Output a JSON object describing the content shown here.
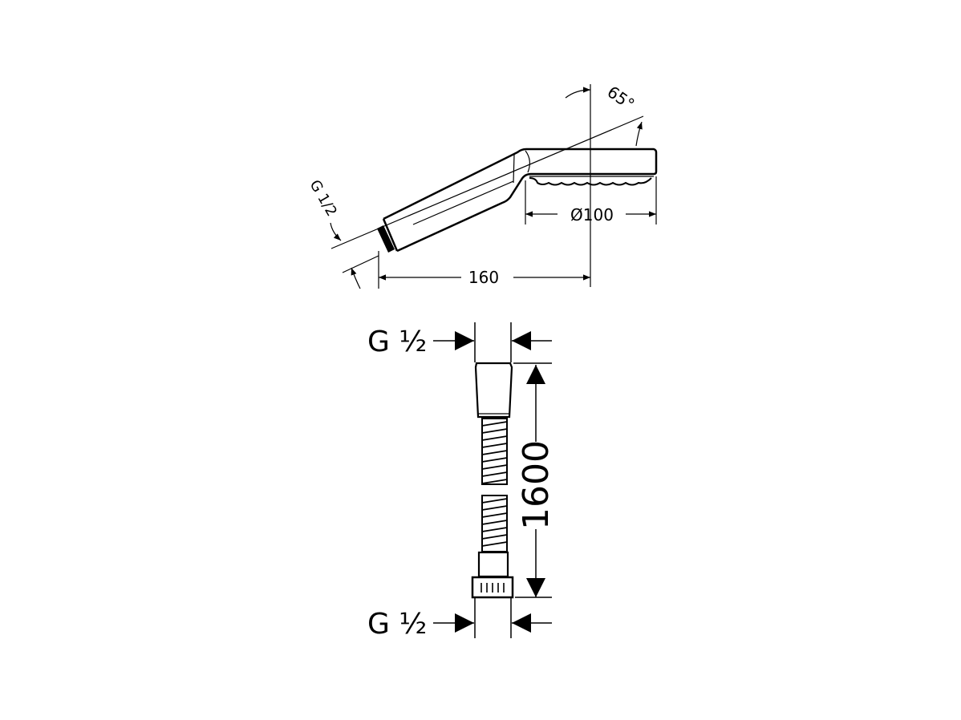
{
  "handshower": {
    "angle_label": "65°",
    "thread_label": "G 1/2",
    "diameter_label": "Ø100",
    "length_label": "160"
  },
  "hose": {
    "top_thread_label": "G ½",
    "bottom_thread_label": "G ½",
    "length_label": "1600"
  },
  "colors": {
    "line": "#000000",
    "background": "#ffffff"
  }
}
